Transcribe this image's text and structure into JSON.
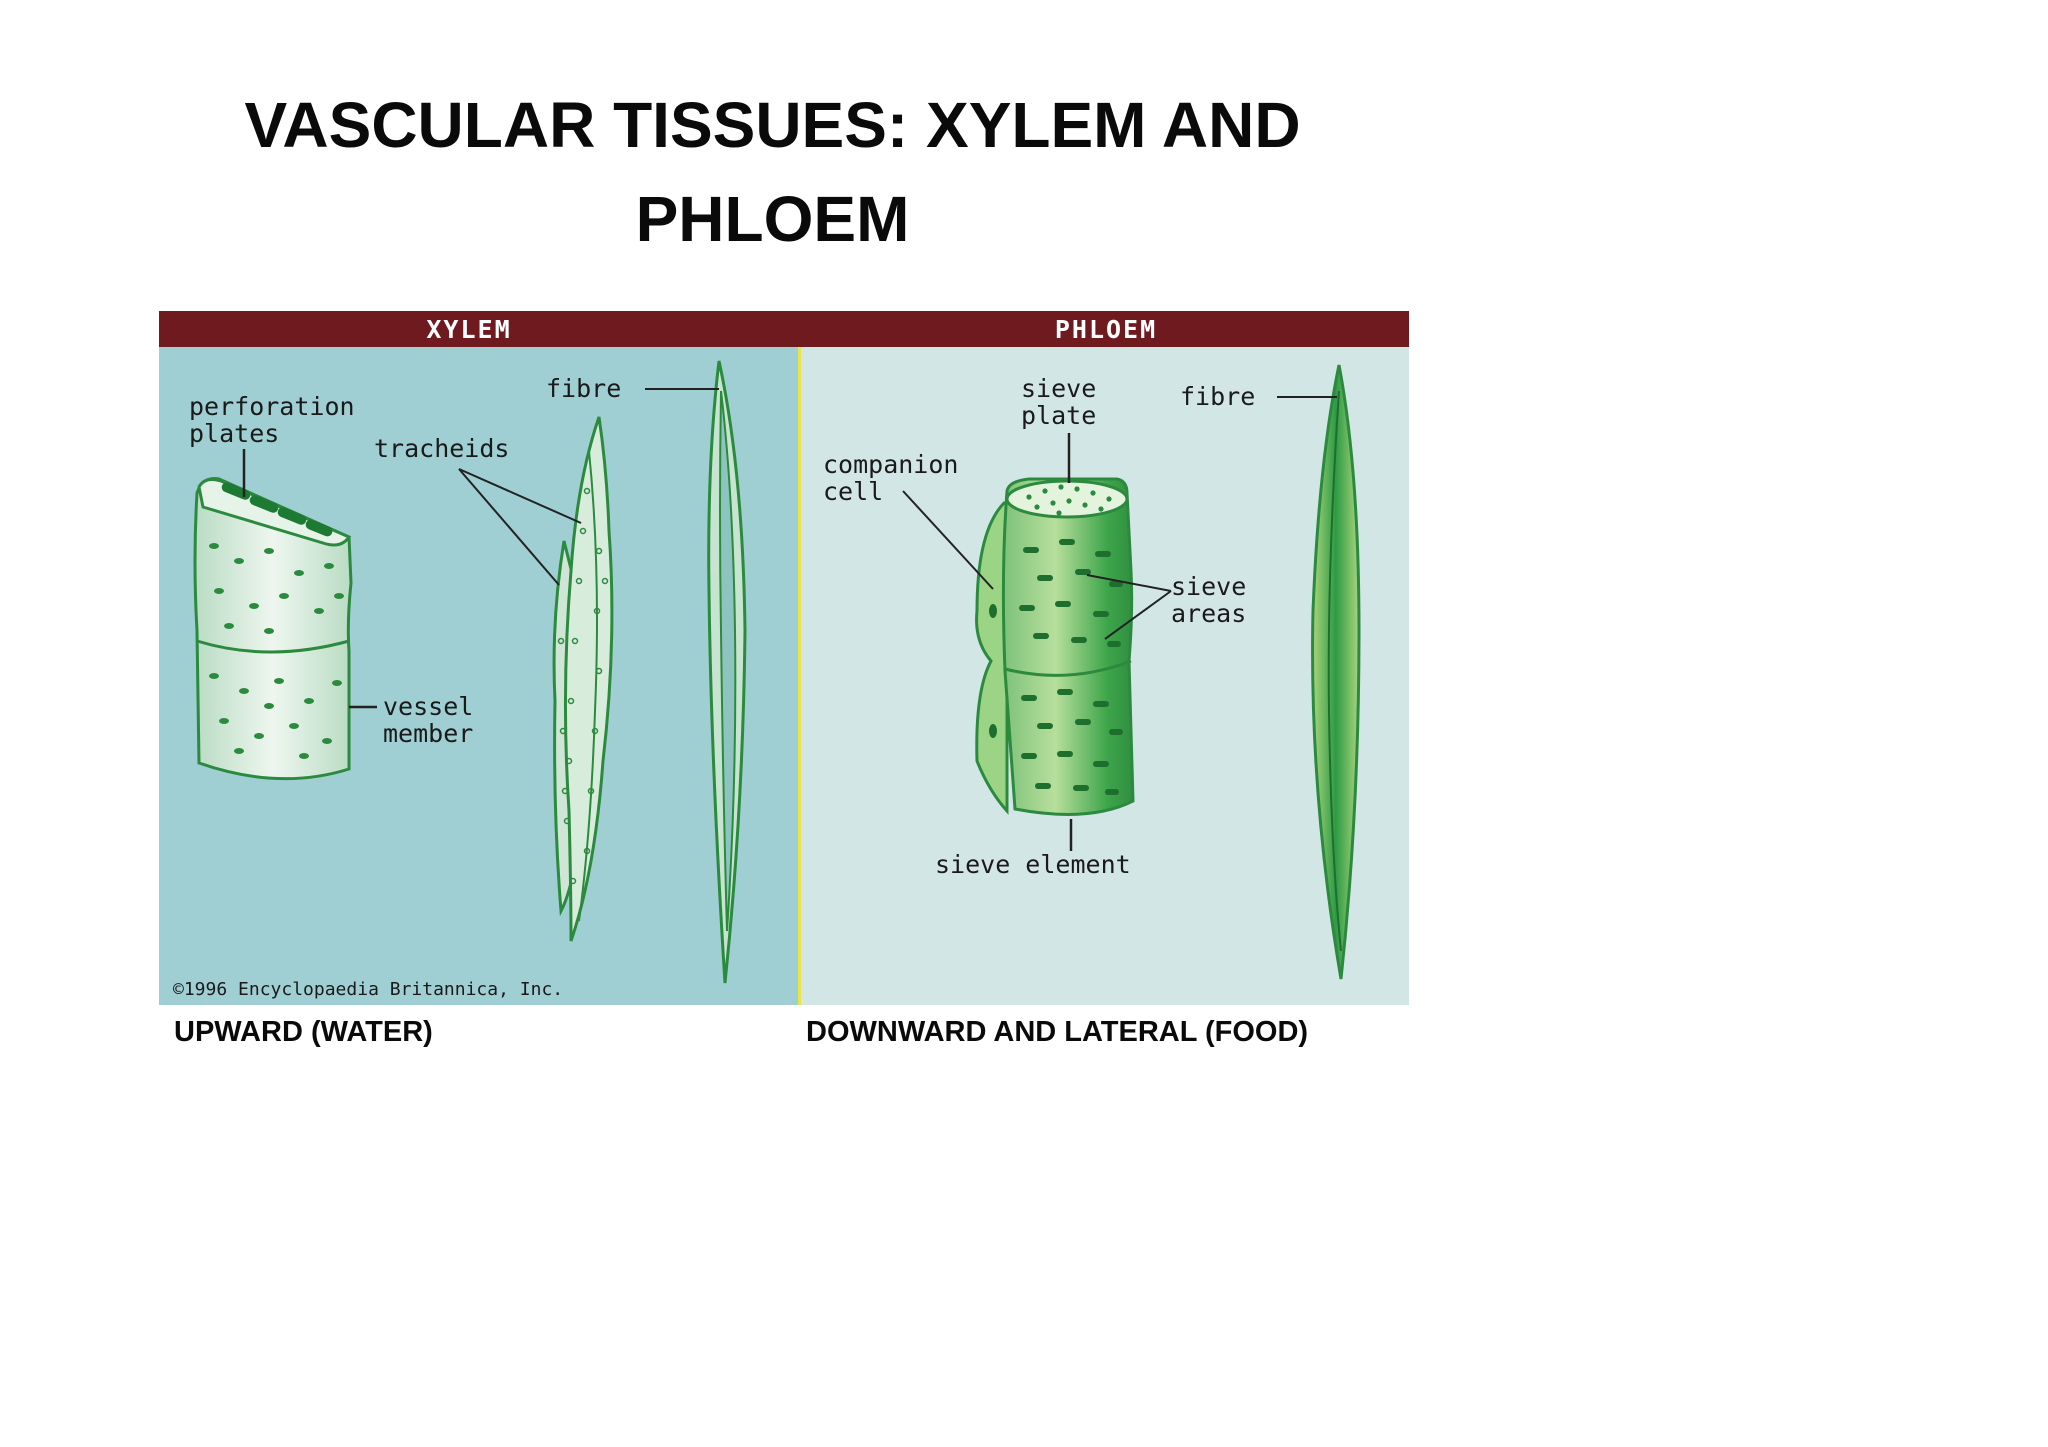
{
  "title": {
    "line1": "VASCULAR TISSUES: XYLEM AND",
    "line2": "PHLOEM"
  },
  "diagram": {
    "xylem": {
      "header": "XYLEM",
      "labels": {
        "perforation_plates_1": "perforation",
        "perforation_plates_2": "plates",
        "tracheids": "tracheids",
        "fibre": "fibre",
        "vessel_member_1": "vessel",
        "vessel_member_2": "member"
      },
      "credit": "©1996 Encyclopaedia Britannica, Inc."
    },
    "phloem": {
      "header": "PHLOEM",
      "labels": {
        "sieve_plate_1": "sieve",
        "sieve_plate_2": "plate",
        "fibre": "fibre",
        "companion_cell_1": "companion",
        "companion_cell_2": "cell",
        "sieve_areas_1": "sieve",
        "sieve_areas_2": "areas",
        "sieve_element": "sieve element"
      }
    },
    "colors": {
      "header_band": "#6e1a1f",
      "xylem_bg": "#9fcfd2",
      "phloem_bg": "#d3e6e6",
      "divider": "#e8e44a",
      "cell_green": "#2c8a3f",
      "cell_light": "#cfe6d6"
    }
  },
  "captions": {
    "left": "UPWARD (WATER)",
    "right": "DOWNWARD AND LATERAL (FOOD)"
  }
}
